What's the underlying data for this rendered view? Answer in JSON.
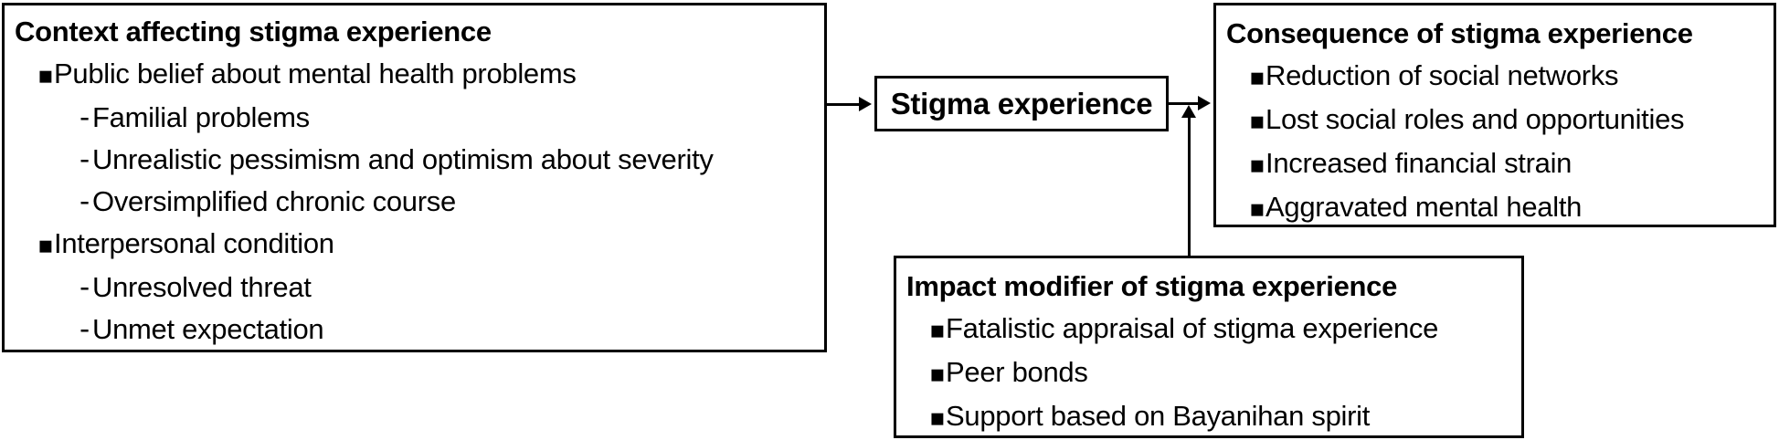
{
  "diagram": {
    "colors": {
      "background": "#ffffff",
      "border": "#000000",
      "text": "#000000"
    },
    "context_box": {
      "title": "Context affecting stigma experience",
      "items": [
        {
          "marker": "▪",
          "text": "Public belief about mental health problems"
        },
        {
          "marker": "-",
          "text": "Familial problems"
        },
        {
          "marker": "-",
          "text": "Unrealistic pessimism and optimism about severity"
        },
        {
          "marker": "-",
          "text": "Oversimplified chronic course"
        },
        {
          "marker": "▪",
          "text": "Interpersonal condition"
        },
        {
          "marker": "-",
          "text": "Unresolved threat"
        },
        {
          "marker": "-",
          "text": "Unmet expectation"
        }
      ]
    },
    "stigma_box": {
      "title": "Stigma experience"
    },
    "consequence_box": {
      "title": "Consequence of stigma experience",
      "items": [
        {
          "marker": "▪",
          "text": "Reduction of social networks"
        },
        {
          "marker": "▪",
          "text": "Lost social roles and opportunities"
        },
        {
          "marker": "▪",
          "text": "Increased financial strain"
        },
        {
          "marker": "▪",
          "text": "Aggravated mental health"
        }
      ]
    },
    "modifier_box": {
      "title": "Impact modifier of stigma experience",
      "items": [
        {
          "marker": "▪",
          "text": "Fatalistic appraisal of stigma experience"
        },
        {
          "marker": "▪",
          "text": "Peer bonds"
        },
        {
          "marker": "▪",
          "text": "Support based on Bayanihan spirit"
        }
      ]
    }
  }
}
